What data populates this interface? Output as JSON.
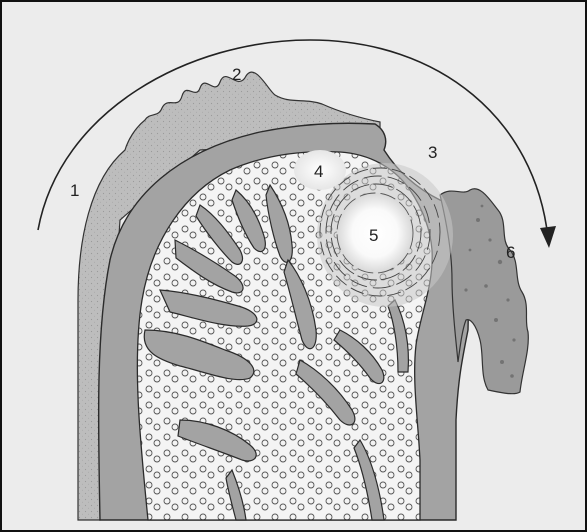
{
  "figure": {
    "labels": [
      {
        "id": "1",
        "text": "1"
      },
      {
        "id": "2",
        "text": "2"
      },
      {
        "id": "3",
        "text": "3"
      },
      {
        "id": "4",
        "text": "4"
      },
      {
        "id": "5",
        "text": "5"
      },
      {
        "id": "6",
        "text": "6"
      }
    ]
  },
  "colors": {
    "background": "#ececec",
    "bone_outer": "#bdbdbd",
    "cortex": "#9e9e9e",
    "cancellous": "#f3f3f3",
    "lesion_light": "#ffffff",
    "outline": "#2b2b2b"
  }
}
